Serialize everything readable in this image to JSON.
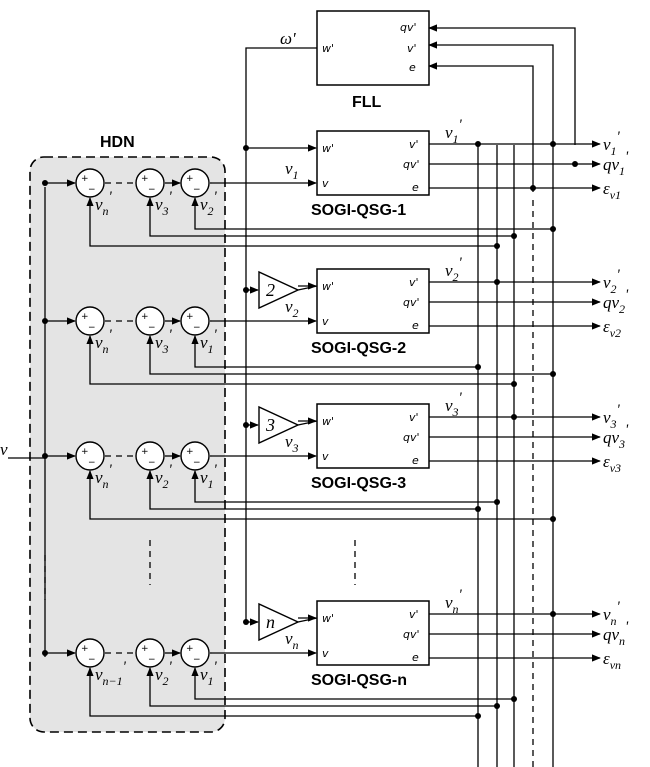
{
  "diagram": {
    "hdn_label": "HDN",
    "fll": {
      "title": "FLL",
      "input_port": "w'",
      "output_ports": [
        "qv'",
        "v'",
        "e"
      ],
      "feedback_signal": "ω'"
    },
    "input_signal": "v",
    "signs": {
      "plus": "+",
      "minus": "−"
    },
    "qsg_blocks": [
      {
        "title": "SOGI-QSG-1",
        "ports_in": [
          "w'",
          "v"
        ],
        "ports_out": [
          "v'",
          "qv'",
          "e"
        ],
        "gain": "",
        "input_label": "v1",
        "internal_signal": "v1'",
        "outputs": [
          "v1'",
          "qv1'",
          "εv1"
        ],
        "hdn_inputs": [
          "vn'",
          "v3'",
          "v2'"
        ]
      },
      {
        "title": "SOGI-QSG-2",
        "ports_in": [
          "w'",
          "v"
        ],
        "ports_out": [
          "v'",
          "qv'",
          "e"
        ],
        "gain": "2",
        "input_label": "v2",
        "internal_signal": "v2'",
        "outputs": [
          "v2'",
          "qv2'",
          "εv2"
        ],
        "hdn_inputs": [
          "vn'",
          "v3'",
          "v1'"
        ]
      },
      {
        "title": "SOGI-QSG-3",
        "ports_in": [
          "w'",
          "v"
        ],
        "ports_out": [
          "v'",
          "qv'",
          "e"
        ],
        "gain": "3",
        "input_label": "v3",
        "internal_signal": "v3'",
        "outputs": [
          "v3'",
          "qv3'",
          "εv3"
        ],
        "hdn_inputs": [
          "vn'",
          "v2'",
          "v1'"
        ]
      },
      {
        "title": "SOGI-QSG-n",
        "ports_in": [
          "w'",
          "v"
        ],
        "ports_out": [
          "v'",
          "qv'",
          "e"
        ],
        "gain": "n",
        "input_label": "vn",
        "internal_signal": "vn'",
        "outputs": [
          "vn'",
          "qvn'",
          "εvn"
        ],
        "hdn_inputs": [
          "vn−1'",
          "v2'",
          "v1'"
        ]
      }
    ]
  }
}
